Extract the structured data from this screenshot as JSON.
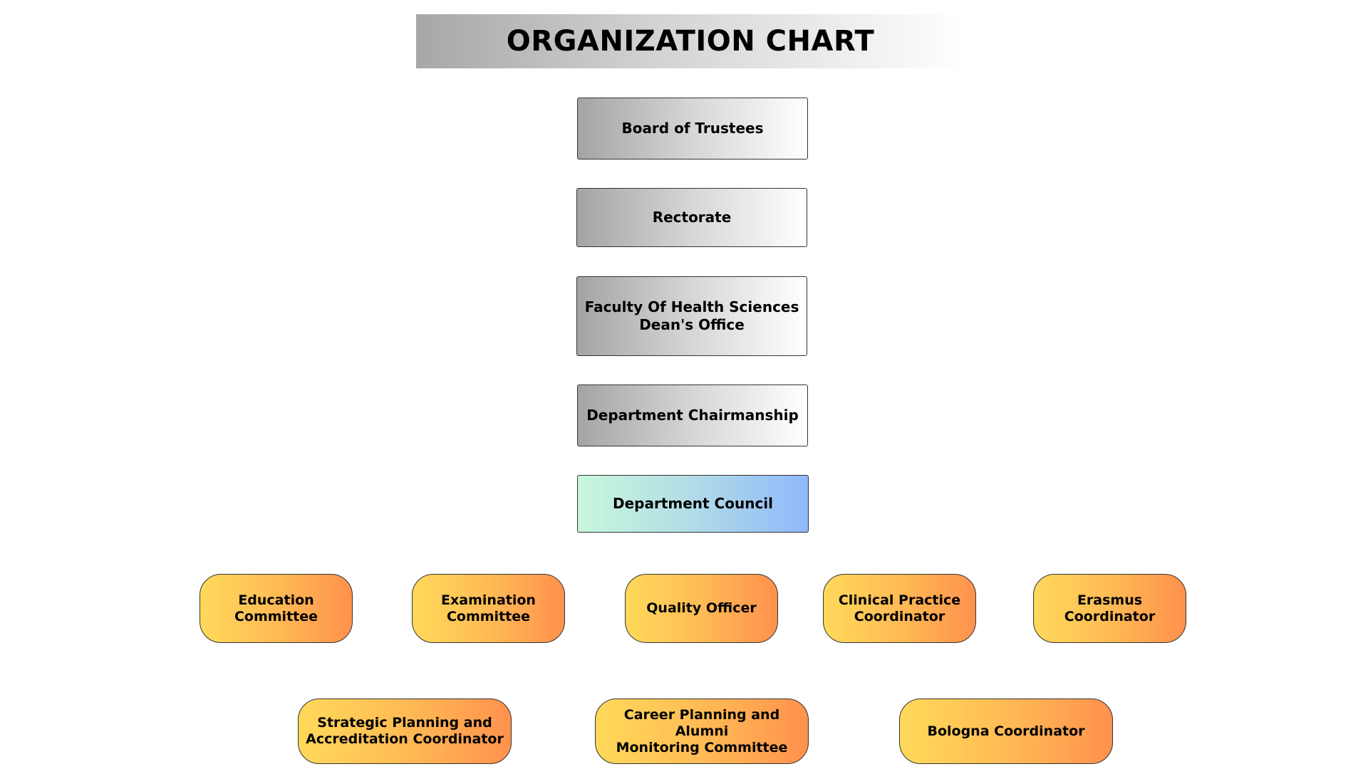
{
  "title": "ORGANIZATION CHART",
  "hierarchy": {
    "board": "Board of Trustees",
    "rectorate": "Rectorate",
    "dean_line1": "Faculty Of Health Sciences",
    "dean_line2": "Dean's Office",
    "chair": "Department Chairmanship",
    "council": "Department Council"
  },
  "units_row1": [
    {
      "line1": "Education",
      "line2": "Committee"
    },
    {
      "line1": "Examination",
      "line2": "Committee"
    },
    {
      "line1": "Quality Officer",
      "line2": ""
    },
    {
      "line1": "Clinical Practice",
      "line2": "Coordinator"
    },
    {
      "line1": "Erasmus",
      "line2": "Coordinator"
    }
  ],
  "units_row2": [
    {
      "line1": "Strategic Planning and",
      "line2": "Accreditation Coordinator"
    },
    {
      "line1": "Career Planning and Alumni",
      "line2": "Monitoring Committee"
    },
    {
      "line1": "Bologna Coordinator",
      "line2": ""
    }
  ],
  "colors": {
    "gray_box": "#a4a4a4",
    "council_start": "#c8f7dc",
    "council_end": "#90b8fb",
    "pill_start": "#ffd95a",
    "pill_end": "#ff914d"
  }
}
